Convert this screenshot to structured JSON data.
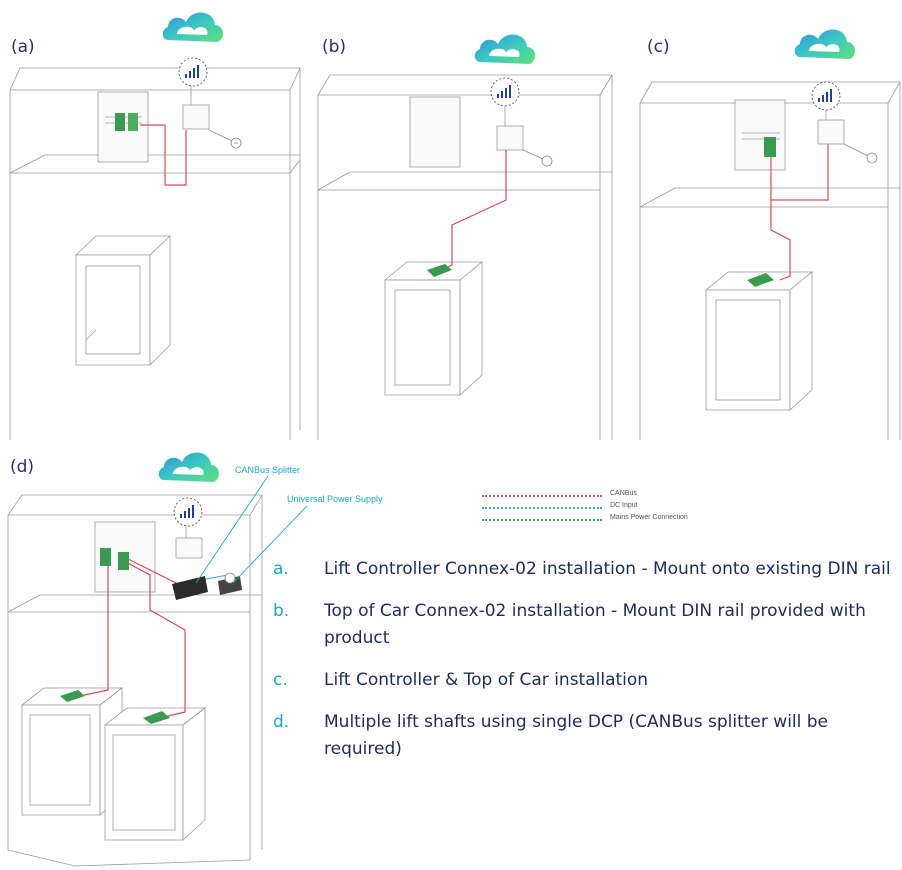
{
  "panels": {
    "a": "(a)",
    "b": "(b)",
    "c": "(c)",
    "d": "(d)"
  },
  "callouts": {
    "splitter": "CANBus Splitter",
    "power_supply": "Universal Power Supply"
  },
  "legend": [
    {
      "label": "CANBus",
      "color": "#d9495e"
    },
    {
      "label": "DC Input",
      "color": "#3aa9d6"
    },
    {
      "label": "Mains Power Connection",
      "color": "#3b9a57"
    }
  ],
  "notes": [
    {
      "letter": "a.",
      "text": "Lift Controller Connex-02 installation - Mount onto existing DIN rail"
    },
    {
      "letter": "b.",
      "text": "Top of Car Connex-02 installation - Mount DIN rail provided with product"
    },
    {
      "letter": "c.",
      "text": "Lift Controller & Top of Car installation"
    },
    {
      "letter": "d.",
      "text": "Multiple lift shafts using single DCP (CANBus splitter will be required)"
    }
  ],
  "colors": {
    "text": "#1f2a5c",
    "accent": "#1aa8c9",
    "label": "#2a2f6e",
    "device": "#3a9a4f",
    "canbus": "#d9495e"
  }
}
